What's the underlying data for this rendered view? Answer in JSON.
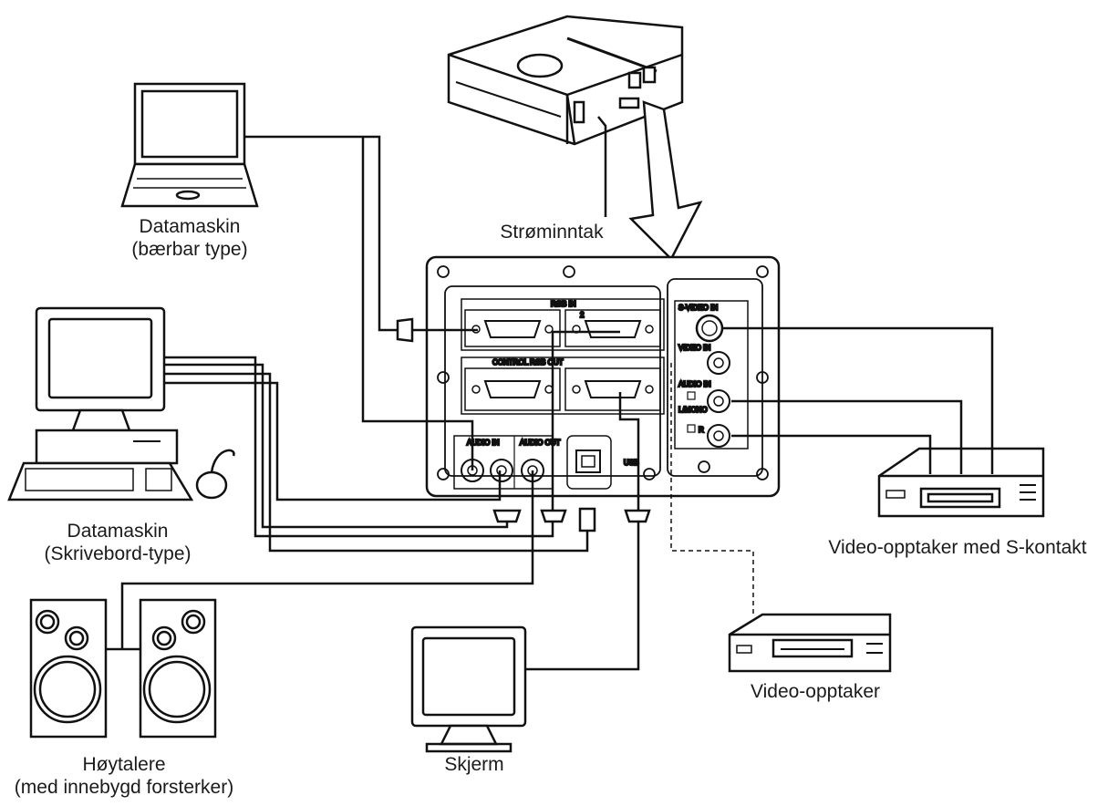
{
  "labels": {
    "laptop": [
      "Datamaskin",
      "(bærbar type)"
    ],
    "desktop": [
      "Datamaskin",
      "(Skrivebord-type)"
    ],
    "speakers": [
      "Høytalere",
      "(med innebygd forsterker)"
    ],
    "monitor": "Skjerm",
    "power": "Strøminntak",
    "svideo_vcr": "Video-opptaker med S-kontakt",
    "vcr": "Video-opptaker"
  },
  "panel": {
    "rgb_in": "RGB IN",
    "rgb_in_2": "2",
    "control_rgb_out": "CONTROL  RGB OUT",
    "audio_in": "AUDIO IN",
    "audio_out": "AUDIO OUT",
    "usb": "USB",
    "s_video_in": "S-VIDEO IN",
    "video_in": "VIDEO IN",
    "audio_in_right": "AUDIO IN",
    "l_mono": "L/MONO",
    "r": "R"
  }
}
